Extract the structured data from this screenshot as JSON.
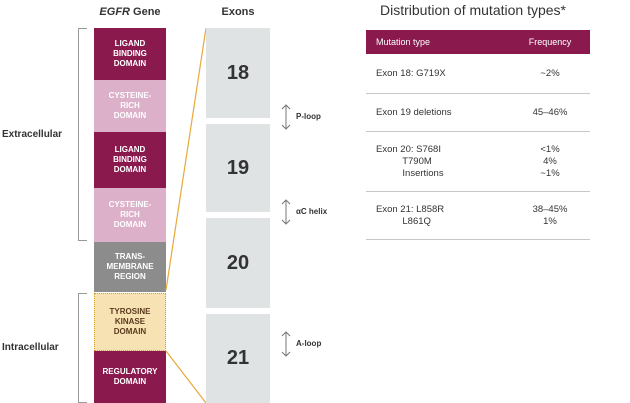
{
  "gene_header": {
    "italic": "EGFR",
    "rest": " Gene"
  },
  "exons_header": "Exons",
  "domains": [
    {
      "label": "LIGAND\nBINDING\nDOMAIN"
    },
    {
      "label": "CYSTEINE-\nRICH\nDOMAIN"
    },
    {
      "label": "LIGAND\nBINDING\nDOMAIN"
    },
    {
      "label": "CYSTEINE-\nRICH\nDOMAIN"
    },
    {
      "label": "TRANS-\nMEMBRANE\nREGION"
    },
    {
      "label": "TYROSINE\nKINASE\nDOMAIN"
    },
    {
      "label": "REGULATORY\nDOMAIN"
    }
  ],
  "side_labels": {
    "extracellular": "Extracellular",
    "intracellular": "Intracellular"
  },
  "exons": [
    "18",
    "19",
    "20",
    "21"
  ],
  "regions": [
    {
      "label": "P-loop"
    },
    {
      "label": "αC helix"
    },
    {
      "label": "A-loop"
    }
  ],
  "colors": {
    "burgundy": "#8a1a4e",
    "pink": "#dcb0c9",
    "gray": "#8c8c8c",
    "tan": "#f7e2b3",
    "gold": "#e8a93a",
    "exon_gray": "#dfe3e3"
  },
  "table": {
    "title": "Distribution of mutation types*",
    "headers": [
      "Mutation type",
      "Frequency"
    ],
    "rows": [
      {
        "type": "Exon 18: G719X",
        "freq": "~2%"
      },
      {
        "type": "Exon 19 deletions",
        "freq": "45–46%"
      },
      {
        "type": "Exon 20: S768I\n          T790M\n          Insertions",
        "freq": "<1%\n4%\n~1%"
      },
      {
        "type": "Exon 21: L858R\n          L861Q",
        "freq": "38–45%\n1%"
      }
    ]
  }
}
